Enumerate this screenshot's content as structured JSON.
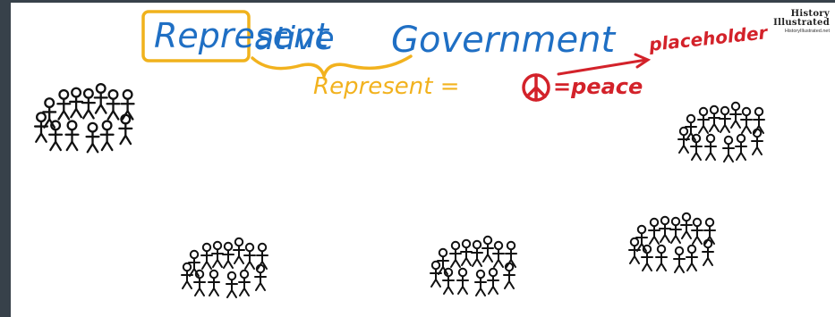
{
  "title": {
    "part1": "Represent",
    "part2": "ative",
    "part3": "Government"
  },
  "note": {
    "placeholder": "placeholder",
    "equation_left": "Represent =",
    "equation_right": "=peace"
  },
  "logo": {
    "line1": "History",
    "line2": "Illustrated",
    "site": "HistoryIllustrated.net"
  },
  "colors": {
    "background": "#37414a",
    "board": "#ffffff",
    "title_ink": "#1f6fc4",
    "box": "#f0b21c",
    "note_yellow": "#f2b21e",
    "note_red": "#d3222a",
    "figure_ink": "#111111"
  },
  "icons": {
    "peace_sign": "peace-symbol-icon",
    "arrow": "arrow-icon",
    "crowds": "stick-figure-crowd-icon"
  }
}
